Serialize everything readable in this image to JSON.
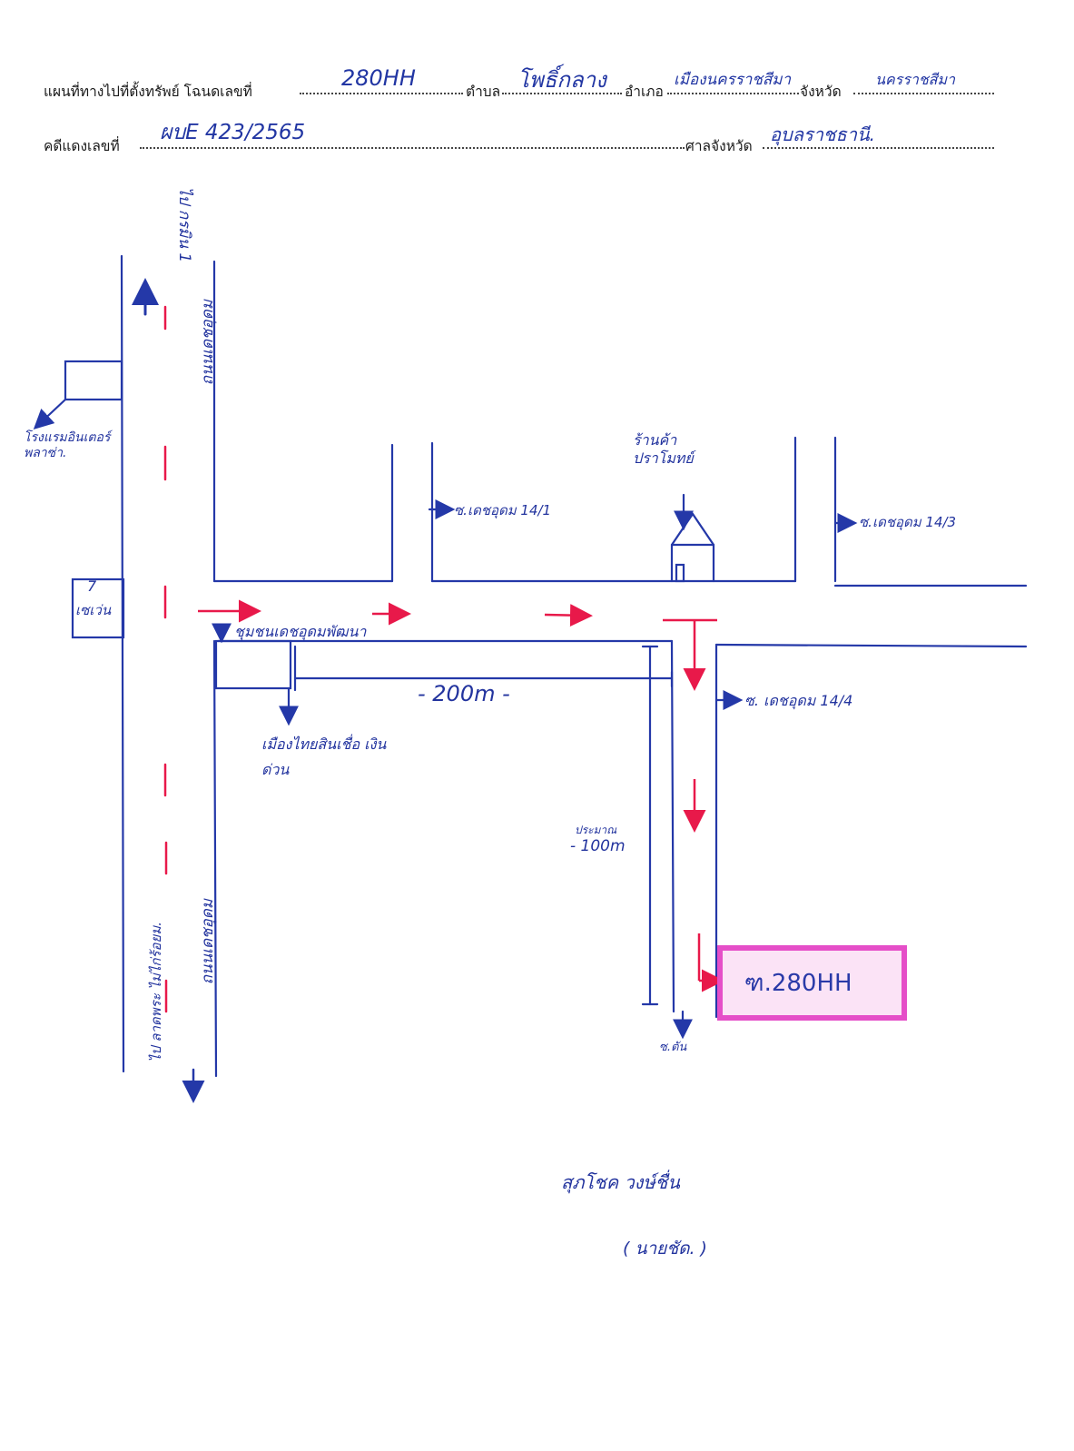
{
  "header": {
    "map_label": "แผนที่ทางไปที่ตั้งทรัพย์ โฉนดเลขที่",
    "deed_no": "280HH",
    "tambon_label": "ตำบล",
    "tambon": "โพธิ์กลาง",
    "amphoe_label": "อำเภอ",
    "amphoe": "เมืองนครราชสีมา",
    "changwat_label": "จังหวัด",
    "changwat": "นครราชสีมา",
    "case_label": "คดีแดงเลขที่",
    "case_no": "ผบE 423/2565",
    "court_label": "ศาลจังหวัด",
    "court": "อุบลราชธานี."
  },
  "map": {
    "road_left_label": "ไป ลาดพระ ไม่ไก่ร้อยม.",
    "road_top_dir": "ไป กรมิน 1",
    "road_main_name_top": "ถนนเดชอุดม",
    "road_main_name_bottom": "ถนนเดชอุดม",
    "hotel": "โรงแรมอินเตอร์พลาซ่า.",
    "seven_eleven_num": "7",
    "seven_eleven_text": "เซเว่น",
    "community": "ชุมชนเดชอุดมพัฒนา",
    "soi_14_1": "ซ.เดชอุดม 14/1",
    "soi_14_3": "ซ.เดชอุดม 14/3",
    "soi_14_4": "ซ. เดชอุดม 14/4",
    "shop": "ร้านค้า ปราโมทย์",
    "finance": "เมืองไทยสินเชื่อ เงินด่วน",
    "dist_200": "- 200m -",
    "approx": "ประมาณ",
    "dist_100": "- 100m",
    "dead_end": "ซ.ตัน",
    "target": "ฑ.280HH"
  },
  "signature": {
    "name": "สุภโชค วงษ์ชื่น",
    "title": "( นายชัด. )"
  },
  "colors": {
    "ink": "#2438a8",
    "red": "#e8194a",
    "highlight": "#e54ec8"
  }
}
